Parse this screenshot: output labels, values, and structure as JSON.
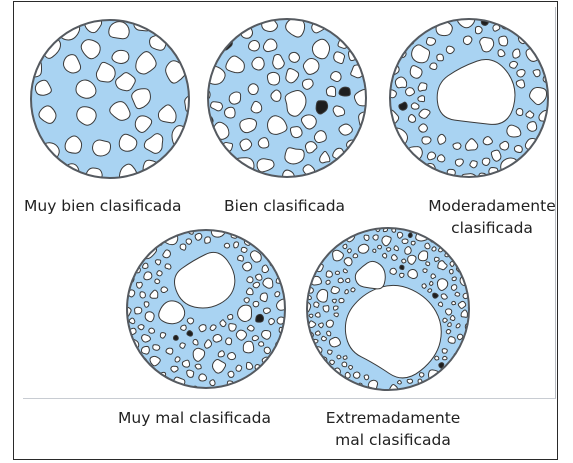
{
  "figure": {
    "samples": [
      {
        "id": "s1",
        "label_lines": [
          "Muy bien clasificada"
        ],
        "sorting": "very well sorted"
      },
      {
        "id": "s2",
        "label_lines": [
          "Bien clasificada"
        ],
        "sorting": "well sorted"
      },
      {
        "id": "s3",
        "label_lines": [
          "Moderadamente",
          "clasificada"
        ],
        "sorting": "moderately sorted"
      },
      {
        "id": "s4",
        "label_lines": [
          "Muy mal clasificada"
        ],
        "sorting": "poorly sorted"
      },
      {
        "id": "s5",
        "label_lines": [
          "Extremadamente",
          "mal clasificada"
        ],
        "sorting": "very poorly sorted"
      }
    ],
    "colors": {
      "matrix": "#a9d3f2",
      "grain": "#ffffff",
      "outline": "#3a3a3a",
      "dark_grain": "#1e1e1e"
    }
  }
}
